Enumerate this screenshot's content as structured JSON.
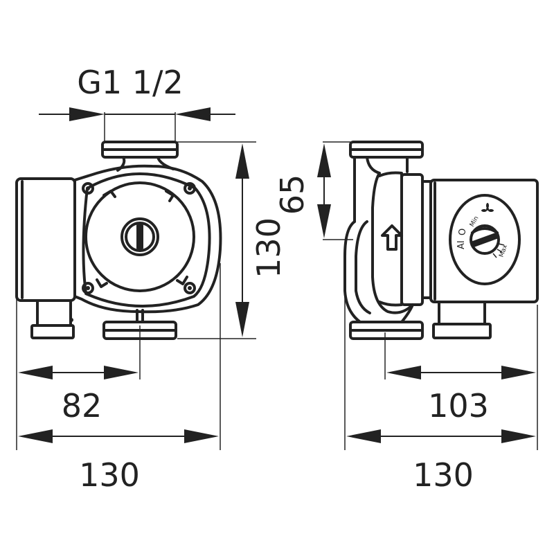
{
  "dimensions": {
    "thread": "G1 1/2",
    "height_front": "130",
    "width_front_total": "130",
    "width_front_axis": "82",
    "height_side_top": "65",
    "width_side_box": "103",
    "width_side_total": "130"
  },
  "control_dial": {
    "label_auto": "AI",
    "label_off": "O",
    "label_min": "Min",
    "label_max": "Max"
  }
}
